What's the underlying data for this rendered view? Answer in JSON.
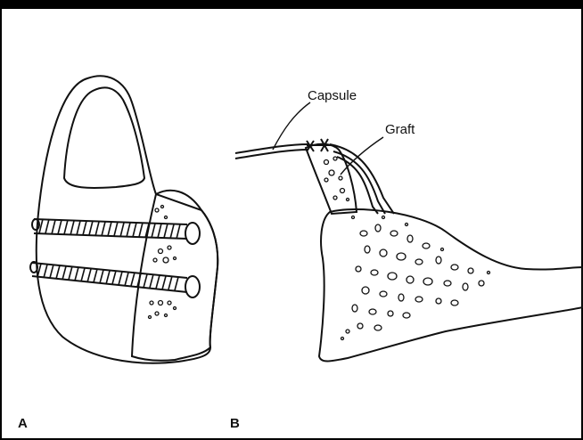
{
  "panels": {
    "a": {
      "label": "A"
    },
    "b": {
      "label": "B"
    }
  },
  "labels": {
    "capsule": "Capsule",
    "graft": "Graft"
  },
  "colors": {
    "ink": "#111111",
    "background": "#ffffff"
  }
}
